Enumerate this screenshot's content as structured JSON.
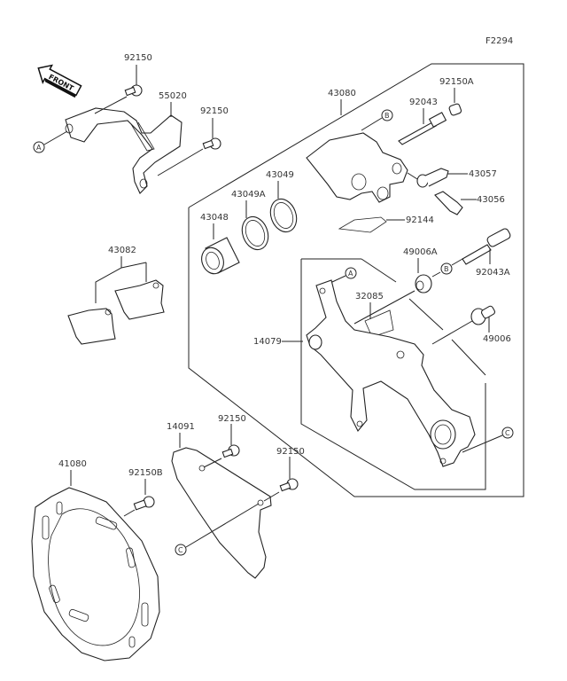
{
  "diagram": {
    "code": "F2294",
    "front_label": "FRONT",
    "callouts": {
      "bracket_bolt_1": "92150",
      "bracket": "55020",
      "bracket_bolt_2": "92150",
      "caliper_assy": "43080",
      "caliper_body_ref": "B",
      "pin": "92043",
      "pin_cap": "92150A",
      "banjo": "43057",
      "bleeder": "43056",
      "spring": "92144",
      "seal_dust": "43049",
      "seal_piston": "43049A",
      "piston": "43048",
      "pads": "43082",
      "boot_a": "49006A",
      "pin_b": "92043A",
      "ref_b2": "B",
      "ref_a2": "A",
      "pad_spring": "32085",
      "holder": "14079",
      "boot": "49006",
      "ref_c1": "C",
      "guard": "14091",
      "guard_bolt_1": "92150",
      "guard_bolt_2": "92150",
      "disc": "41080",
      "disc_bolt": "92150B",
      "ref_c2": "C",
      "ref_a1": "A"
    }
  }
}
